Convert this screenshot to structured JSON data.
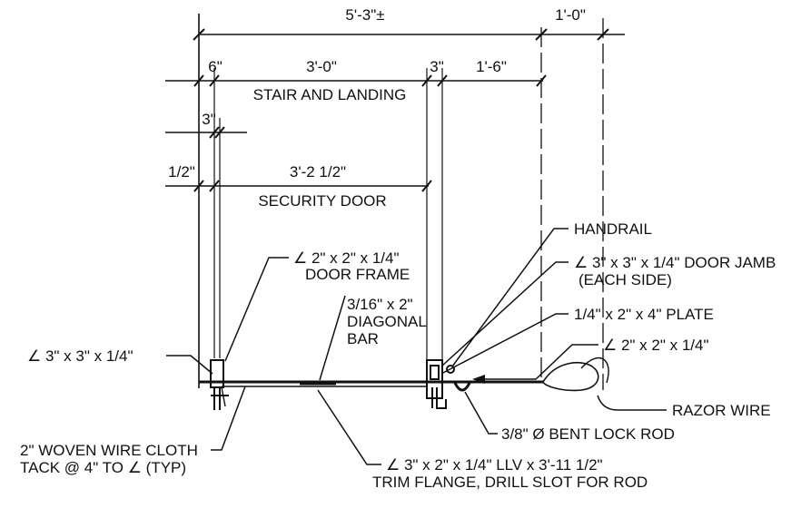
{
  "colors": {
    "ink": "#111111",
    "paper": "#ffffff"
  },
  "dimensions": {
    "overall_width": "5'-3\"±",
    "right_offset": "1'-0\"",
    "stair_left": "6\"",
    "stair_main": "3'-0\"",
    "stair_post": "3\"",
    "stair_right": "1'-6\"",
    "stair_caption": "STAIR AND LANDING",
    "frame_depth": "3\"",
    "door_gap": "1/2\"",
    "door_width": "3'-2 1/2\"",
    "door_caption": "SECURITY DOOR"
  },
  "callouts": {
    "door_frame_angle": "∠  2\" x 2\" x 1/4\"",
    "door_frame_name": "DOOR FRAME",
    "diag_bar_size": "3/16\" x 2\"",
    "diag_bar_name_1": "DIAGONAL",
    "diag_bar_name_2": "BAR",
    "left_angle": "∠  3\" x 3\" x 1/4\"",
    "handrail": "HANDRAIL",
    "door_jamb": "∠  3\" x 3\" x 1/4\" DOOR JAMB",
    "door_jamb_note": "(EACH SIDE)",
    "plate": "1/4\" x 2\" x 4\" PLATE",
    "right_angle": "∠  2\" x 2\" x 1/4\"",
    "razor_wire": "RAZOR WIRE",
    "lock_rod": "3/8\" Ø BENT LOCK ROD",
    "wire_cloth_1": "2\" WOVEN WIRE CLOTH",
    "wire_cloth_2": "TACK @ 4\" TO ∠  (TYP)",
    "bottom_angle_1": "∠  3\" x 2\" x 1/4\" LLV x 3'-11 1/2\"",
    "bottom_angle_2": "TRIM FLANGE, DRILL SLOT FOR ROD"
  }
}
